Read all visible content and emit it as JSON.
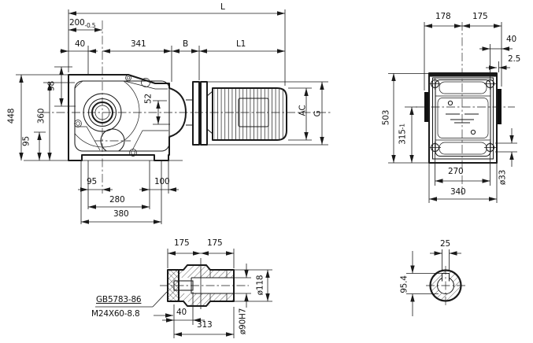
{
  "colors": {
    "line": "#1a1a1a",
    "background": "#ffffff"
  },
  "side_view": {
    "dim_L": "L",
    "dim_200": "200",
    "dim_200_tol": "-0.5",
    "dim_40": "40",
    "dim_341": "341",
    "dim_B": "B",
    "dim_L1": "L1",
    "dim_98": "98",
    "dim_448": "448",
    "dim_360": "360",
    "dim_95_left": "95",
    "dim_52": "52",
    "dim_95_bottom": "95",
    "dim_100": "100",
    "dim_280": "280",
    "dim_380": "380",
    "dim_AC": "AC",
    "dim_G": "G"
  },
  "rear_view": {
    "dim_178": "178",
    "dim_175": "175",
    "dim_40": "40",
    "dim_2_5": "2.5",
    "dim_503": "503",
    "dim_315": "315",
    "dim_315_tol": "-1",
    "dim_270": "270",
    "dim_340": "340",
    "dim_d33": "ø33"
  },
  "shaft_section": {
    "dim_175_left": "175",
    "dim_175_right": "175",
    "dim_d118": "ø118",
    "dim_d90": "ø90H7",
    "dim_40": "40",
    "dim_313": "313",
    "label_standard": "GB5783-86",
    "label_bolt": "M24X60-8.8"
  },
  "shaft_end": {
    "dim_25": "25",
    "dim_95_4": "95.4"
  }
}
